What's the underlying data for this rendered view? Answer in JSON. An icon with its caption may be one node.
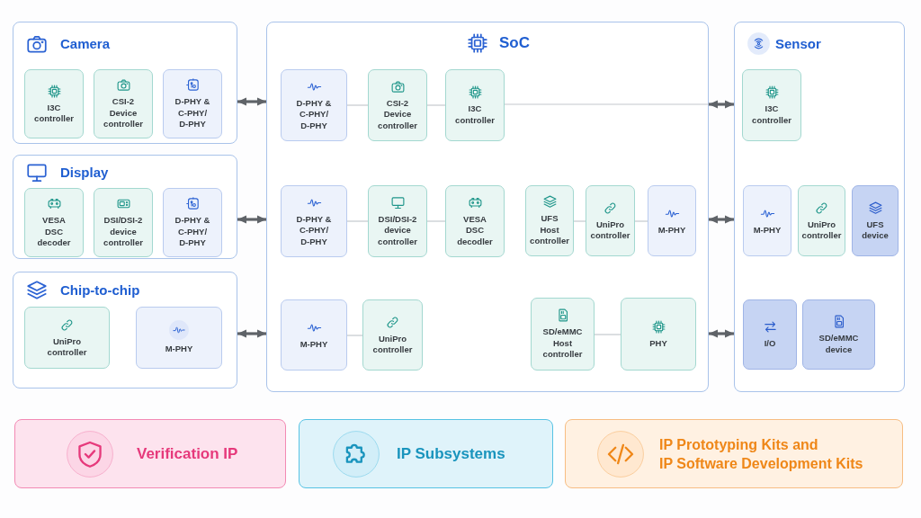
{
  "diagram": {
    "nodes": [
      {
        "text": [
          "Camera"
        ]
      },
      {
        "text": [
          "I3C controller"
        ],
        "in": 0
      },
      {
        "text": [
          "CSI-2 Device controller"
        ],
        "in": 0
      },
      {
        "text": [
          "D-PHY & C-PHY/ D-PHY"
        ],
        "in": 0
      },
      {
        "text": [
          "Display"
        ]
      },
      {
        "text": [
          "VESA DSC decoder"
        ],
        "in": 4
      },
      {
        "text": [
          "DSI/DSI-2 device controller"
        ],
        "in": 4
      },
      {
        "text": [
          "D-PHY & C-PHY/ D-PHY"
        ],
        "in": 4
      },
      {
        "text": [
          "Chip-to-chip"
        ]
      },
      {
        "text": [
          "UniPro controller"
        ],
        "in": 8
      },
      {
        "text": [
          "M-PHY"
        ],
        "in": 8
      },
      {
        "text": [
          "SoC"
        ]
      },
      {
        "text": [
          "D-PHY & C-PHY/ D-PHY"
        ],
        "in": 11
      },
      {
        "text": [
          "CSI-2 Device controller"
        ],
        "in": 11
      },
      {
        "text": [
          "I3C controller"
        ],
        "in": 11
      },
      {
        "text": [
          "D-PHY & C-PHY/ D-PHY"
        ],
        "in": 11
      },
      {
        "text": [
          "DSI/DSI-2 device controller"
        ],
        "in": 11
      },
      {
        "text": [
          "VESA DSC decodler"
        ],
        "in": 11
      },
      {
        "text": [
          "UFS Host controller"
        ],
        "in": 11
      },
      {
        "text": [
          "UniPro controller"
        ],
        "in": 11
      },
      {
        "text": [
          "M-PHY"
        ],
        "in": 11
      },
      {
        "text": [
          "M-PHY"
        ],
        "in": 11
      },
      {
        "text": [
          "UniPro controller"
        ],
        "in": 11
      },
      {
        "text": [
          "SD/eMMC Host controller"
        ],
        "in": 11
      },
      {
        "text": [
          "PHY"
        ],
        "in": 11
      },
      {
        "text": [
          "Sensor"
        ]
      },
      {
        "text": [
          "I3C controller"
        ],
        "in": 25
      },
      {
        "text": [
          "M-PHY"
        ],
        "in": 25
      },
      {
        "text": [
          "UniPro controller"
        ],
        "in": 25
      },
      {
        "text": [
          "UFS device"
        ],
        "in": 25
      },
      {
        "text": [
          "I/O"
        ],
        "in": 25
      },
      {
        "text": [
          "SD/eMMC device"
        ],
        "in": 25
      },
      {
        "text": [
          "Verification IP"
        ]
      },
      {
        "text": [
          "IP Subsystems"
        ]
      },
      {
        "text": [
          "IP Prototyping Kits and IP Software Development Kits"
        ]
      }
    ],
    "edges": [
      {
        "from": 0,
        "to": 11,
        "arrow": "both",
        "style": "thick",
        "color": "#5f6368"
      },
      {
        "from": 4,
        "to": 11,
        "arrow": "both",
        "style": "thick",
        "color": "#5f6368"
      },
      {
        "from": 8,
        "to": 11,
        "arrow": "both",
        "style": "thick",
        "color": "#5f6368"
      },
      {
        "from": 12,
        "to": 13,
        "arrow": "none"
      },
      {
        "from": 13,
        "to": 14,
        "arrow": "none"
      },
      {
        "from": 14,
        "to": 11,
        "arrow": "none"
      },
      {
        "from": 11,
        "to": 25,
        "arrow": "both",
        "style": "thick",
        "color": "#5f6368"
      },
      {
        "from": 15,
        "to": 16,
        "arrow": "none"
      },
      {
        "from": 16,
        "to": 17,
        "arrow": "none"
      },
      {
        "from": 18,
        "to": 19,
        "arrow": "none"
      },
      {
        "from": 19,
        "to": 20,
        "arrow": "none"
      },
      {
        "from": 11,
        "to": 25,
        "arrow": "both",
        "style": "thick",
        "color": "#5f6368"
      },
      {
        "from": 21,
        "to": 22,
        "arrow": "none"
      },
      {
        "from": 23,
        "to": 24,
        "arrow": "none"
      },
      {
        "from": 11,
        "to": 25,
        "arrow": "both",
        "style": "thick",
        "color": "#5f6368"
      }
    ]
  }
}
